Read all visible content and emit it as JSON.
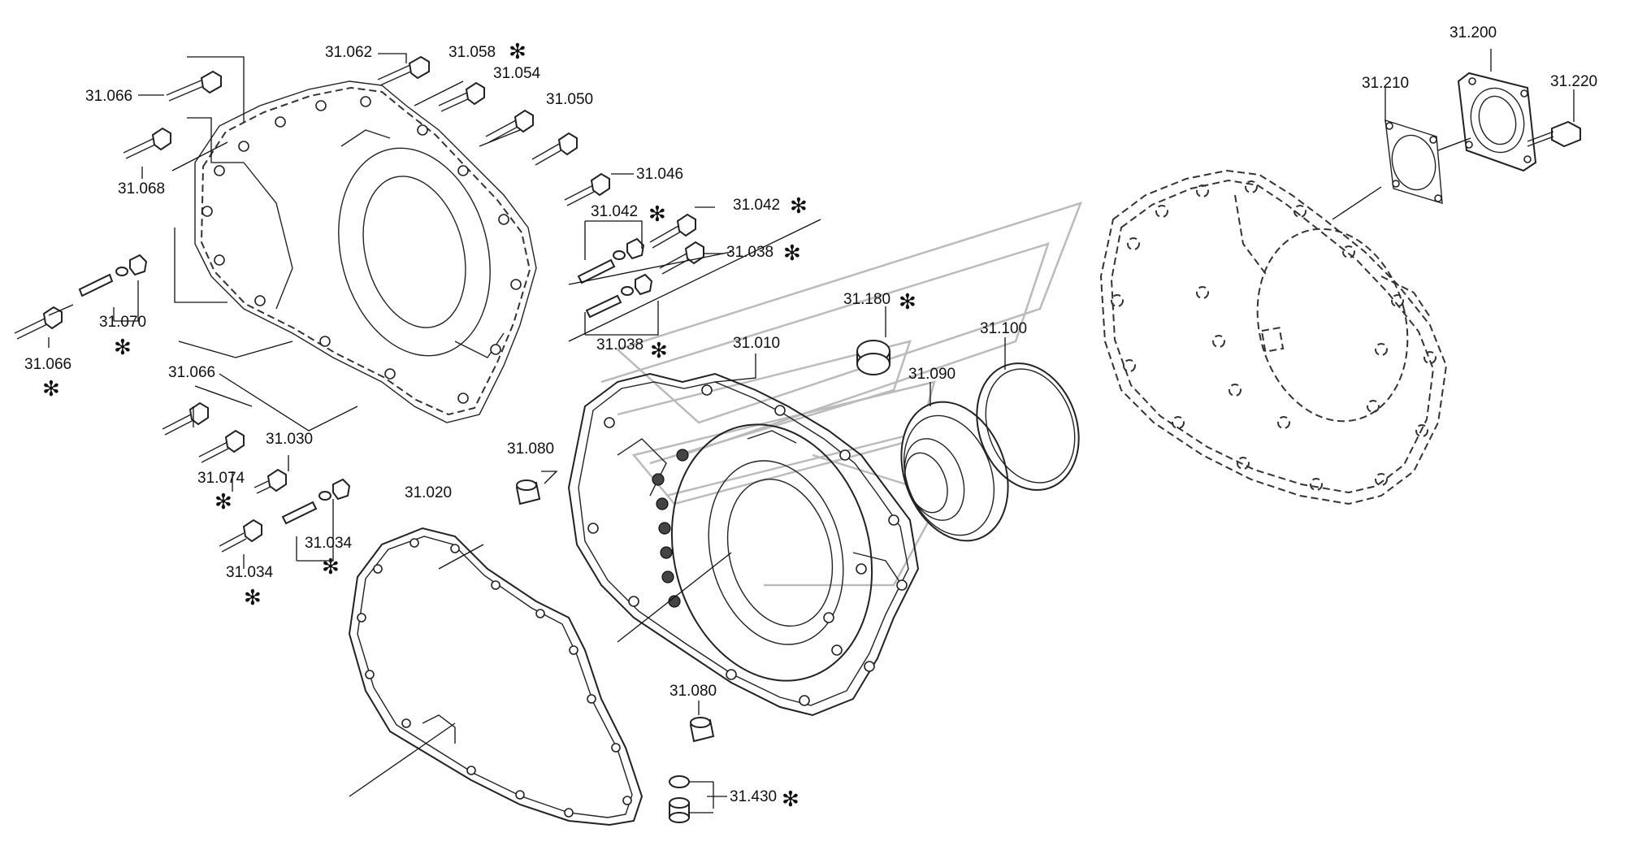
{
  "diagram": {
    "parts": [
      {
        "id": "p31066a",
        "number": "31.066",
        "marker": ""
      },
      {
        "id": "p31062",
        "number": "31.062",
        "marker": ""
      },
      {
        "id": "p31058",
        "number": "31.058",
        "marker": "✻"
      },
      {
        "id": "p31054",
        "number": "31.054",
        "marker": ""
      },
      {
        "id": "p31050",
        "number": "31.050",
        "marker": ""
      },
      {
        "id": "p31068",
        "number": "31.068",
        "marker": ""
      },
      {
        "id": "p31046",
        "number": "31.046",
        "marker": ""
      },
      {
        "id": "p31042a",
        "number": "31.042",
        "marker": "✻"
      },
      {
        "id": "p31042b",
        "number": "31.042",
        "marker": "✻"
      },
      {
        "id": "p31038a",
        "number": "31.038",
        "marker": "✻"
      },
      {
        "id": "p31038b",
        "number": "31.038",
        "marker": "✻"
      },
      {
        "id": "p31066b",
        "number": "31.066",
        "marker": "✻"
      },
      {
        "id": "p31070",
        "number": "31.070",
        "marker": "✻"
      },
      {
        "id": "p31066c",
        "number": "31.066",
        "marker": ""
      },
      {
        "id": "p31010",
        "number": "31.010",
        "marker": ""
      },
      {
        "id": "p31180",
        "number": "31.180",
        "marker": "✻"
      },
      {
        "id": "p31100",
        "number": "31.100",
        "marker": ""
      },
      {
        "id": "p31090",
        "number": "31.090",
        "marker": ""
      },
      {
        "id": "p31030",
        "number": "31.030",
        "marker": ""
      },
      {
        "id": "p31074",
        "number": "31.074",
        "marker": "✻"
      },
      {
        "id": "p31080a",
        "number": "31.080",
        "marker": ""
      },
      {
        "id": "p31020",
        "number": "31.020",
        "marker": ""
      },
      {
        "id": "p31034a",
        "number": "31.034",
        "marker": "✻"
      },
      {
        "id": "p31034b",
        "number": "31.034",
        "marker": "✻"
      },
      {
        "id": "p31080b",
        "number": "31.080",
        "marker": ""
      },
      {
        "id": "p31430",
        "number": "31.430",
        "marker": "✻"
      },
      {
        "id": "p31200",
        "number": "31.200",
        "marker": ""
      },
      {
        "id": "p31210",
        "number": "31.210",
        "marker": ""
      },
      {
        "id": "p31220",
        "number": "31.220",
        "marker": ""
      }
    ]
  }
}
